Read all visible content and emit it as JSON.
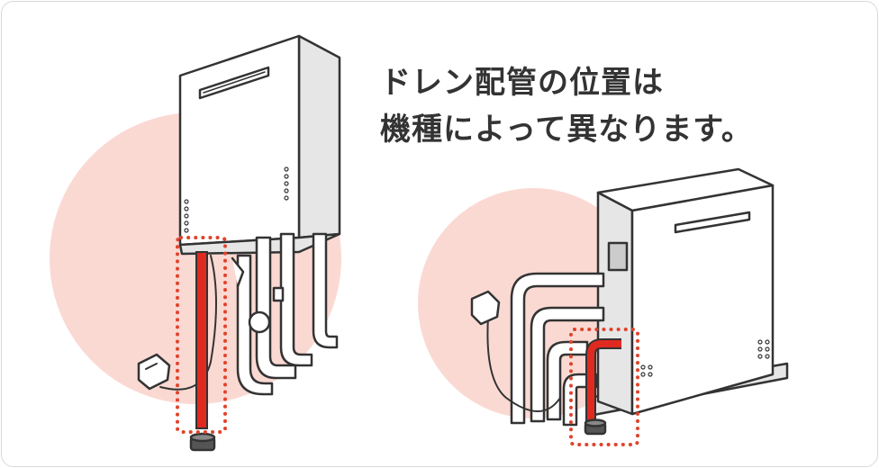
{
  "caption": {
    "line1": "ドレン配管の位置は",
    "line2": "機種によって異なります。"
  },
  "colors": {
    "circle_bg": "#fbd9d3",
    "drain_pipe": "#e02a1f",
    "highlight_dots": "#e0432c",
    "outline": "#333333",
    "body_fill": "#ffffff",
    "shade_fill": "#e6e6e6",
    "frame_border": "#d9d9d9"
  },
  "figures": [
    {
      "id": "wall-mounted-unit",
      "highlight": "drain-pipe"
    },
    {
      "id": "floor-standing-unit",
      "highlight": "drain-pipe"
    }
  ]
}
